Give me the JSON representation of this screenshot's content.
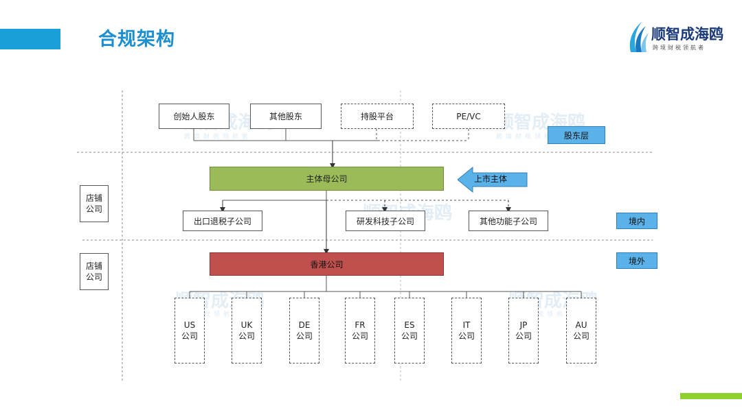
{
  "page": {
    "title": "合规架构"
  },
  "logo": {
    "name": "顺智成海鸥",
    "tagline": "跨境财税领航者"
  },
  "diagram": {
    "shareholders": [
      "创始人股东",
      "其他股东",
      "持股平台",
      "PE/VC"
    ],
    "parent": "主体母公司",
    "listed_label": "上市主体",
    "domestic_subs": [
      "出口退税子公司",
      "研发科技子公司",
      "其他功能子公司"
    ],
    "hk": "香港公司",
    "countries": [
      {
        "code": "US",
        "suffix": "公司"
      },
      {
        "code": "UK",
        "suffix": "公司"
      },
      {
        "code": "DE",
        "suffix": "公司"
      },
      {
        "code": "FR",
        "suffix": "公司"
      },
      {
        "code": "ES",
        "suffix": "公司"
      },
      {
        "code": "IT",
        "suffix": "公司"
      },
      {
        "code": "JP",
        "suffix": "公司"
      },
      {
        "code": "AU",
        "suffix": "公司"
      }
    ],
    "layer_tags": {
      "shareholder": "股东层",
      "domestic": "境内",
      "overseas": "境外"
    },
    "store_boxes": [
      "店铺\n公司",
      "店铺\n公司"
    ]
  },
  "colors": {
    "title": "#1b8fd0",
    "parent": "#9bbb59",
    "hk": "#c0504d",
    "tag": "#5bb2e8",
    "accent_green": "#8cd12c"
  }
}
